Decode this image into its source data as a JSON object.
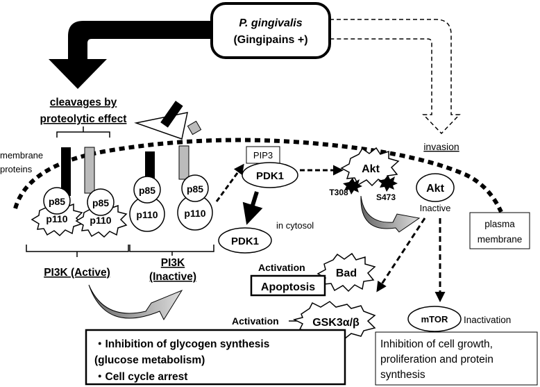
{
  "source": {
    "line1": "P. gingivalis",
    "line2": "(Gingipains +)"
  },
  "cleavage": {
    "line1": "cleavages by",
    "line2": "proteolytic effect"
  },
  "membrane_proteins": {
    "line1": "membrane",
    "line2": "proteins"
  },
  "subunits": {
    "p85": "p85",
    "p110": "p110"
  },
  "pi3k_active": "PI3K (Active)",
  "pi3k_inactive": {
    "line1": "PI3K",
    "line2": "(Inactive)"
  },
  "pip3": "PIP3",
  "pdk1": "PDK1",
  "in_cytosol": "in cytosol",
  "invasion": "invasion",
  "akt": "Akt",
  "t308": "T308",
  "s473": "S473",
  "inactive": "Inactive",
  "plasma_membrane": {
    "line1": "plasma",
    "line2": "membrane"
  },
  "activation": "Activation",
  "bad": "Bad",
  "apoptosis": "Apoptosis",
  "gsk3": "GSK3α/β",
  "mtor": "mTOR",
  "inactivation": "Inactivation",
  "glycogen_box": {
    "line1": "・Inhibition of glycogen synthesis",
    "line2": "(glucose metabolism)",
    "line3": "・Cell cycle arrest"
  },
  "growth_box": {
    "line1": "Inhibition of cell growth,",
    "line2": "proliferation and protein",
    "line3": "synthesis"
  }
}
